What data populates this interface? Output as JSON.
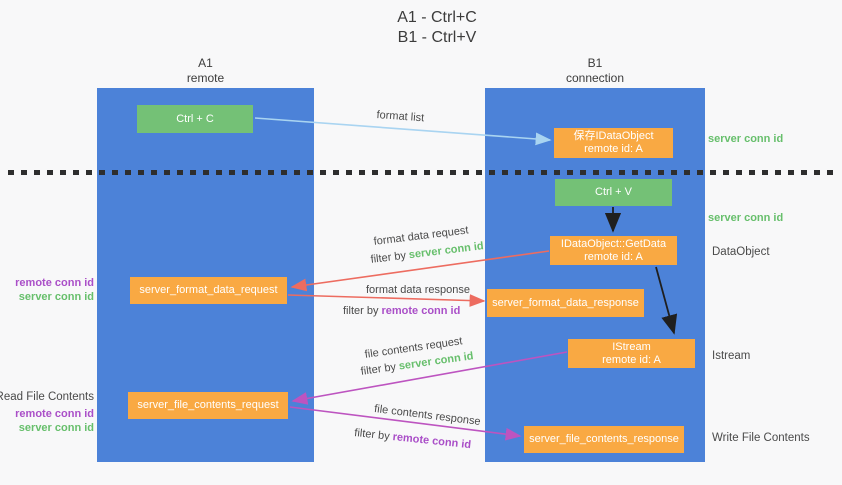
{
  "title": {
    "line1": "A1 - Ctrl+C",
    "line2": "B1 - Ctrl+V"
  },
  "columns": {
    "left": {
      "name": "A1",
      "subtitle": "remote"
    },
    "right": {
      "name": "B1",
      "subtitle": "connection"
    }
  },
  "nodes": {
    "ctrl_c": {
      "label": "Ctrl + C"
    },
    "save_dataobject": {
      "line1": "保存IDataObject",
      "line2": "remote id: A"
    },
    "ctrl_v": {
      "label": "Ctrl + V"
    },
    "getdata": {
      "line1": "IDataObject::GetData",
      "line2": "remote id: A"
    },
    "server_format_data_request": {
      "label": "server_format_data_request"
    },
    "server_format_data_response": {
      "label": "server_format_data_response"
    },
    "istream": {
      "line1": "IStream",
      "line2": "remote id: A"
    },
    "server_file_contents_request": {
      "label": "server_file_contents_request"
    },
    "server_file_contents_response": {
      "label": "server_file_contents_response"
    }
  },
  "arrow_labels": {
    "format_list": "format list",
    "format_data_request": "format data request",
    "format_data_response": "format data response",
    "file_contents_request": "file contents request",
    "file_contents_response": "file contents response",
    "filter_by": "filter by",
    "server_conn_id": "server conn id",
    "remote_conn_id": "remote conn id"
  },
  "side_labels": {
    "left": {
      "remote_conn_id": "remote conn id",
      "server_conn_id": "server conn id",
      "read_file_contents": "Read File Contents"
    },
    "right": {
      "server_conn_id": "server conn id",
      "dataobject": "DataObject",
      "istream": "Istream",
      "write_file_contents": "Write File Contents"
    }
  },
  "colors": {
    "column_blue": "#4c82d8",
    "node_green": "#74c176",
    "node_orange": "#f9a943",
    "server_conn_green": "#67bf6c",
    "remote_conn_purple": "#aa4fc8",
    "arrow_red": "#ed6c60",
    "arrow_purple": "#bd54c0",
    "arrow_light_blue": "#a9d4f1",
    "arrow_black": "#1f1f1f"
  }
}
